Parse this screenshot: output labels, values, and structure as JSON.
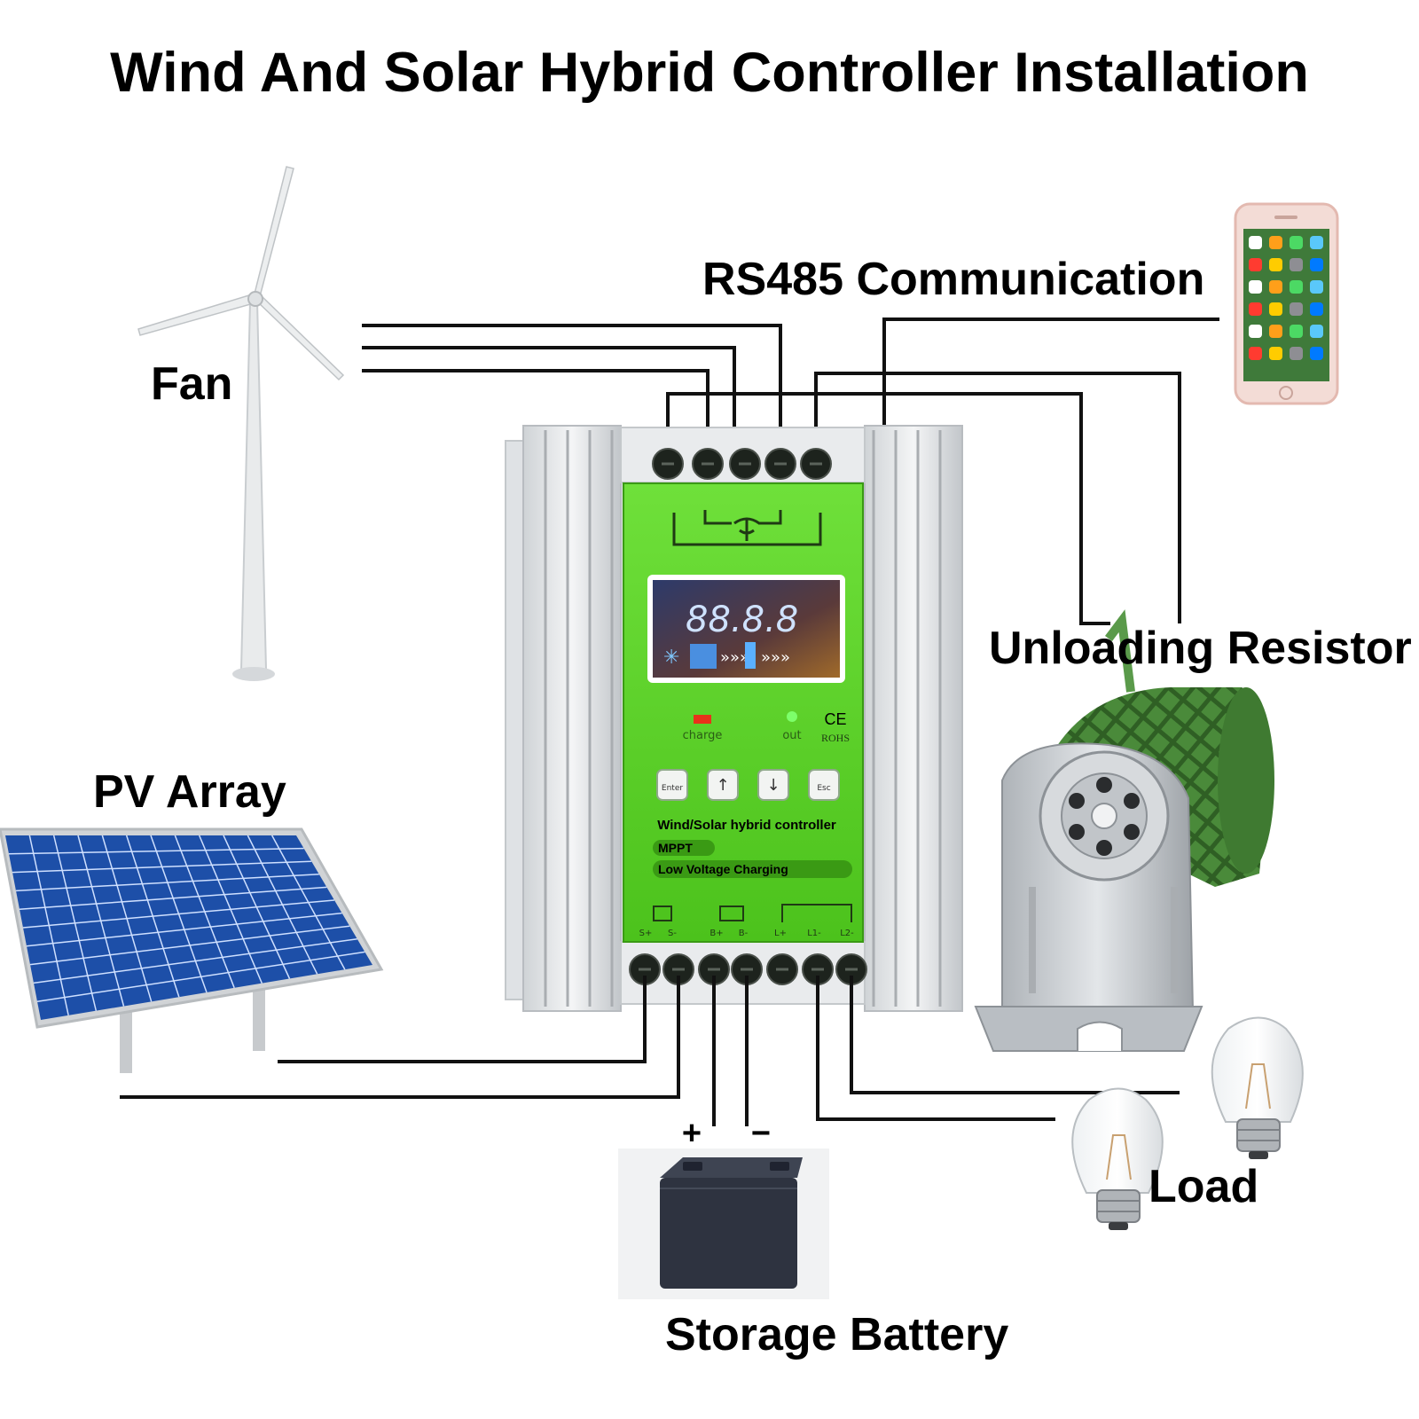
{
  "title": "Wind And Solar Hybrid Controller Installation",
  "labels": {
    "fan": "Fan",
    "pv_array": "PV Array",
    "rs485": "RS485 Communication",
    "unloading_resistor": "Unloading Resistor",
    "storage_battery": "Storage Battery",
    "load": "Load",
    "plus": "+",
    "minus": "−"
  },
  "controller": {
    "display_digits": "88.8.8",
    "indicator_charge": "charge",
    "indicator_out": "out",
    "ce_mark": "CE",
    "rohs": "ROHS",
    "buttons": [
      "Enter",
      "↑",
      "↓",
      "Esc"
    ],
    "product_name": "Wind/Solar hybrid controller",
    "feature_1": "MPPT",
    "feature_2": "Low Voltage Charging",
    "terminal_labels": [
      "S+",
      "S-",
      "B+",
      "B-",
      "L+",
      "L1-",
      "L2-"
    ]
  },
  "colors": {
    "panel_green": "#5fd22a",
    "solar_blue": "#1d4fa8",
    "resistor_green": "#4a8a3a",
    "battery_body": "#2e3340",
    "wire": "#111111"
  }
}
